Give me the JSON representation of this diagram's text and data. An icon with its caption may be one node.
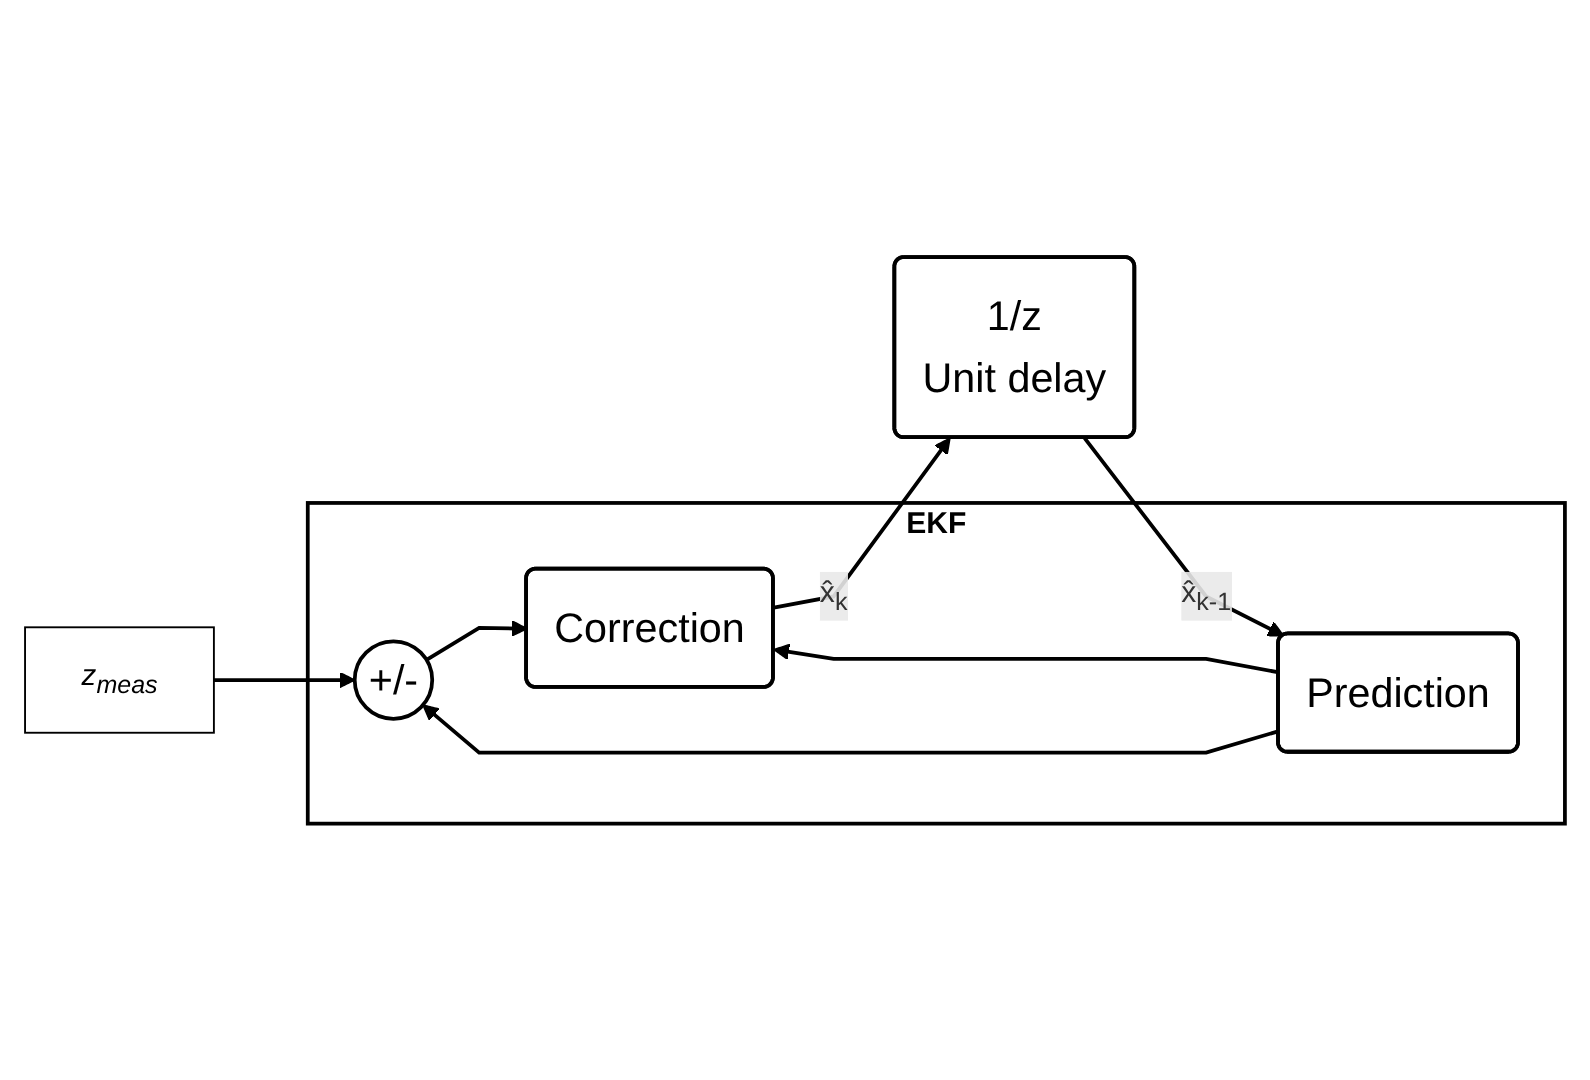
{
  "diagram": {
    "nodes": [
      {
        "text": [
          "z$_{meas}$"
        ]
      },
      {
        "text": [
          "EKF"
        ]
      },
      {
        "text": [
          "+/-"
        ],
        "in": 1
      },
      {
        "text": [
          "Prediction"
        ],
        "in": 1
      },
      {
        "text": [
          "Correction"
        ],
        "in": 1
      },
      {
        "text": [
          "1/z",
          "Unit delay"
        ]
      }
    ],
    "edges": [
      {
        "from": 0,
        "to": 2,
        "arrow": "to"
      },
      {
        "from": 3,
        "to": 2,
        "arrow": "to"
      },
      {
        "from": 3,
        "to": 4,
        "arrow": "to"
      },
      {
        "from": 2,
        "to": 4,
        "arrow": "to"
      },
      {
        "from": 4,
        "to": 5,
        "label": "x̂$_{k}$",
        "arrow": "to"
      },
      {
        "from": 5,
        "to": 3,
        "label": "x̂$_{k-1}$",
        "arrow": "to"
      }
    ]
  }
}
